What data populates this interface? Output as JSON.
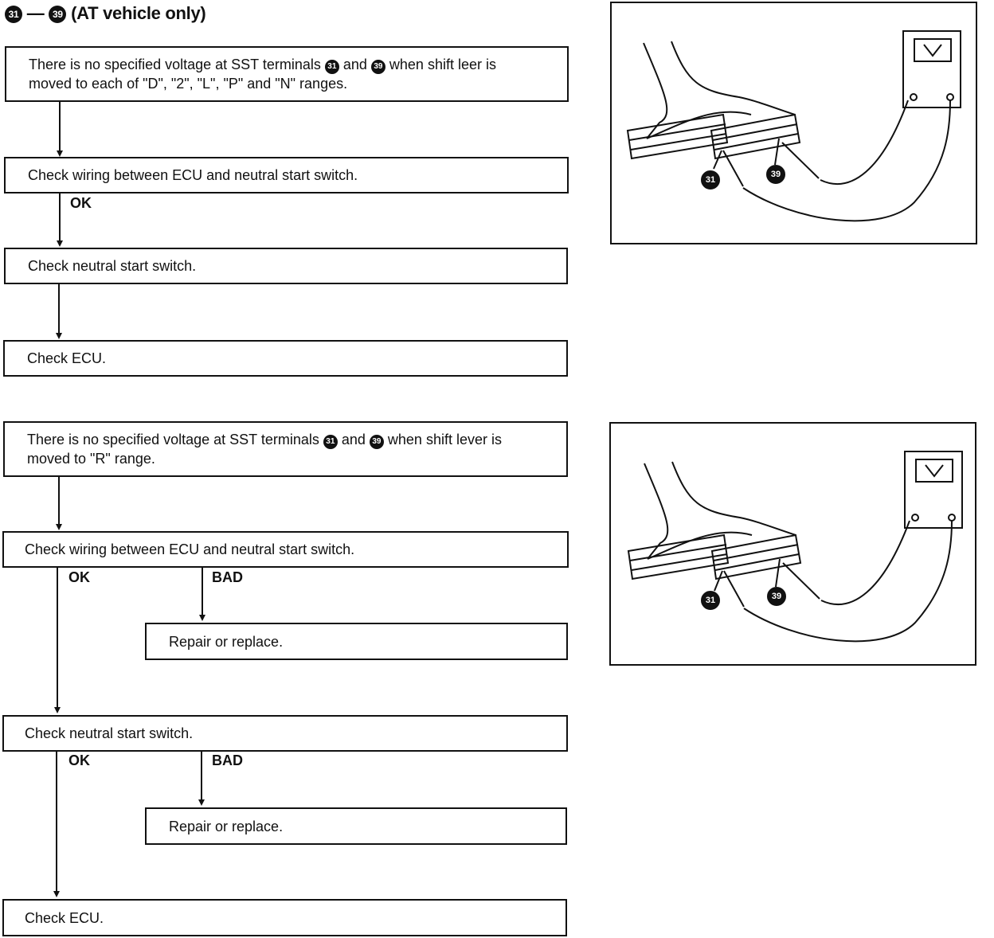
{
  "title": {
    "from_terminal": "31",
    "dash": " — ",
    "to_terminal": "39",
    "suffix": " (AT vehicle only)"
  },
  "flow_top": {
    "start": {
      "text_before": "There is no specified voltage at SST terminals ",
      "t1": "31",
      "and": " and ",
      "t2": "39",
      "text_after": " when shift leer is moved to each of \"D\", \"2\", \"L\", \"P\" and \"N\" ranges."
    },
    "step1": "Check wiring between ECU and neutral start switch.",
    "step1_ok": "OK",
    "step2": "Check neutral start switch.",
    "step3": "Check ECU."
  },
  "flow_bottom": {
    "start": {
      "text_before": "There is no specified voltage at SST terminals ",
      "t1": "31",
      "and": " and ",
      "t2": "39",
      "text_after": " when shift lever is moved to \"R\" range."
    },
    "step1": "Check wiring between ECU and neutral start switch.",
    "step1_ok": "OK",
    "step1_bad": "BAD",
    "step1_fix": "Repair or replace.",
    "step2": "Check neutral start switch.",
    "step2_ok": "OK",
    "step2_bad": "BAD",
    "step2_fix": "Repair or replace.",
    "step3": "Check ECU."
  },
  "illustrations": {
    "callout_left": "31",
    "callout_right": "39"
  }
}
